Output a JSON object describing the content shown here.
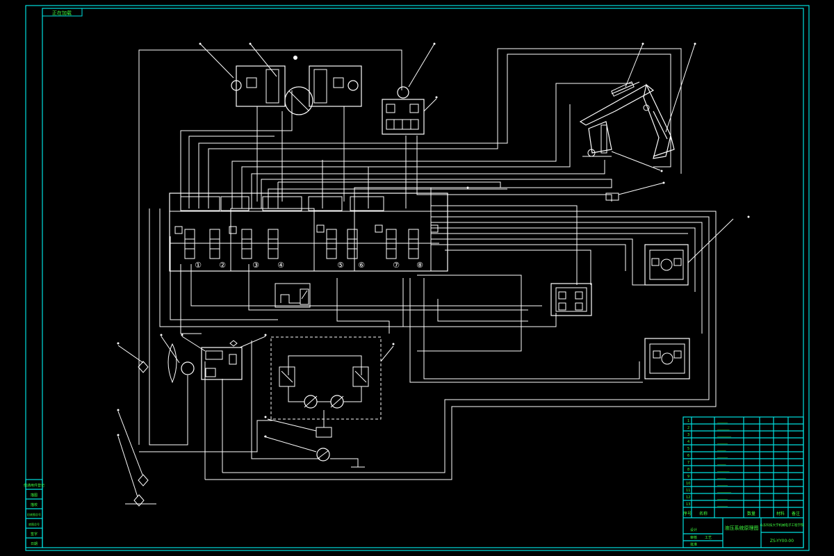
{
  "stamp_text": "正在加载",
  "circled_labels": [
    "①",
    "②",
    "③",
    "④",
    "⑤",
    "⑥",
    "⑦",
    "⑧"
  ],
  "title_block": {
    "drawing_title": "液压系统原理图",
    "drawing_number": "ZS-YY00-00",
    "school": "山东科技大学机械电子工程学院",
    "row_labels": [
      "序号",
      "名称",
      "数量",
      "材料",
      "备注"
    ],
    "footer_labels": [
      "设计",
      "审核",
      "工艺",
      "批准"
    ]
  },
  "side_labels": [
    "借通用件登记",
    "描图",
    "描校",
    "旧底图总号",
    "底图总号",
    "签字",
    "日期"
  ],
  "colors": {
    "frame": "#00e0e0",
    "line": "#ffffff",
    "text": "#3fff3f",
    "background": "#000000"
  }
}
